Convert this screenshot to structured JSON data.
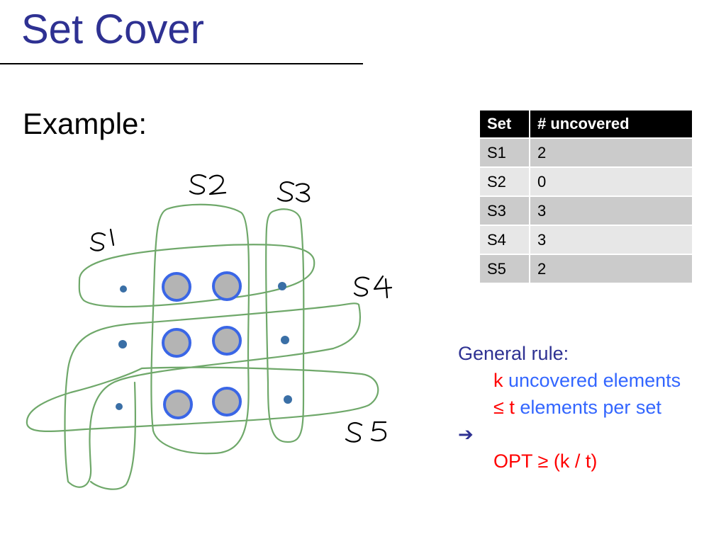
{
  "title": "Set Cover",
  "example_label": "Example:",
  "table": {
    "headers": [
      "Set",
      "# uncovered"
    ],
    "rows": [
      [
        "S1",
        "2"
      ],
      [
        "S2",
        "0"
      ],
      [
        "S3",
        "3"
      ],
      [
        "S4",
        "3"
      ],
      [
        "S5",
        "2"
      ]
    ]
  },
  "diagram": {
    "set_labels": [
      "S1",
      "S2",
      "S3",
      "S4",
      "S5"
    ],
    "big_elements": 6,
    "small_elements": 6
  },
  "rule": {
    "heading": "General rule:",
    "line1_var": "k",
    "line1_rest": " uncovered elements",
    "line2_var": "≤ t",
    "line2_rest": " elements per set",
    "arrow": "➔",
    "conclusion": "OPT ≥ (k / t)"
  },
  "colors": {
    "title": "#2e3192",
    "set_outline": "#6fa86a",
    "big_element_fill": "#b4b4b4",
    "big_element_ring": "#3a66e6",
    "small_element": "#3a6fa6",
    "red": "#ff0000",
    "blue": "#3366ff"
  }
}
